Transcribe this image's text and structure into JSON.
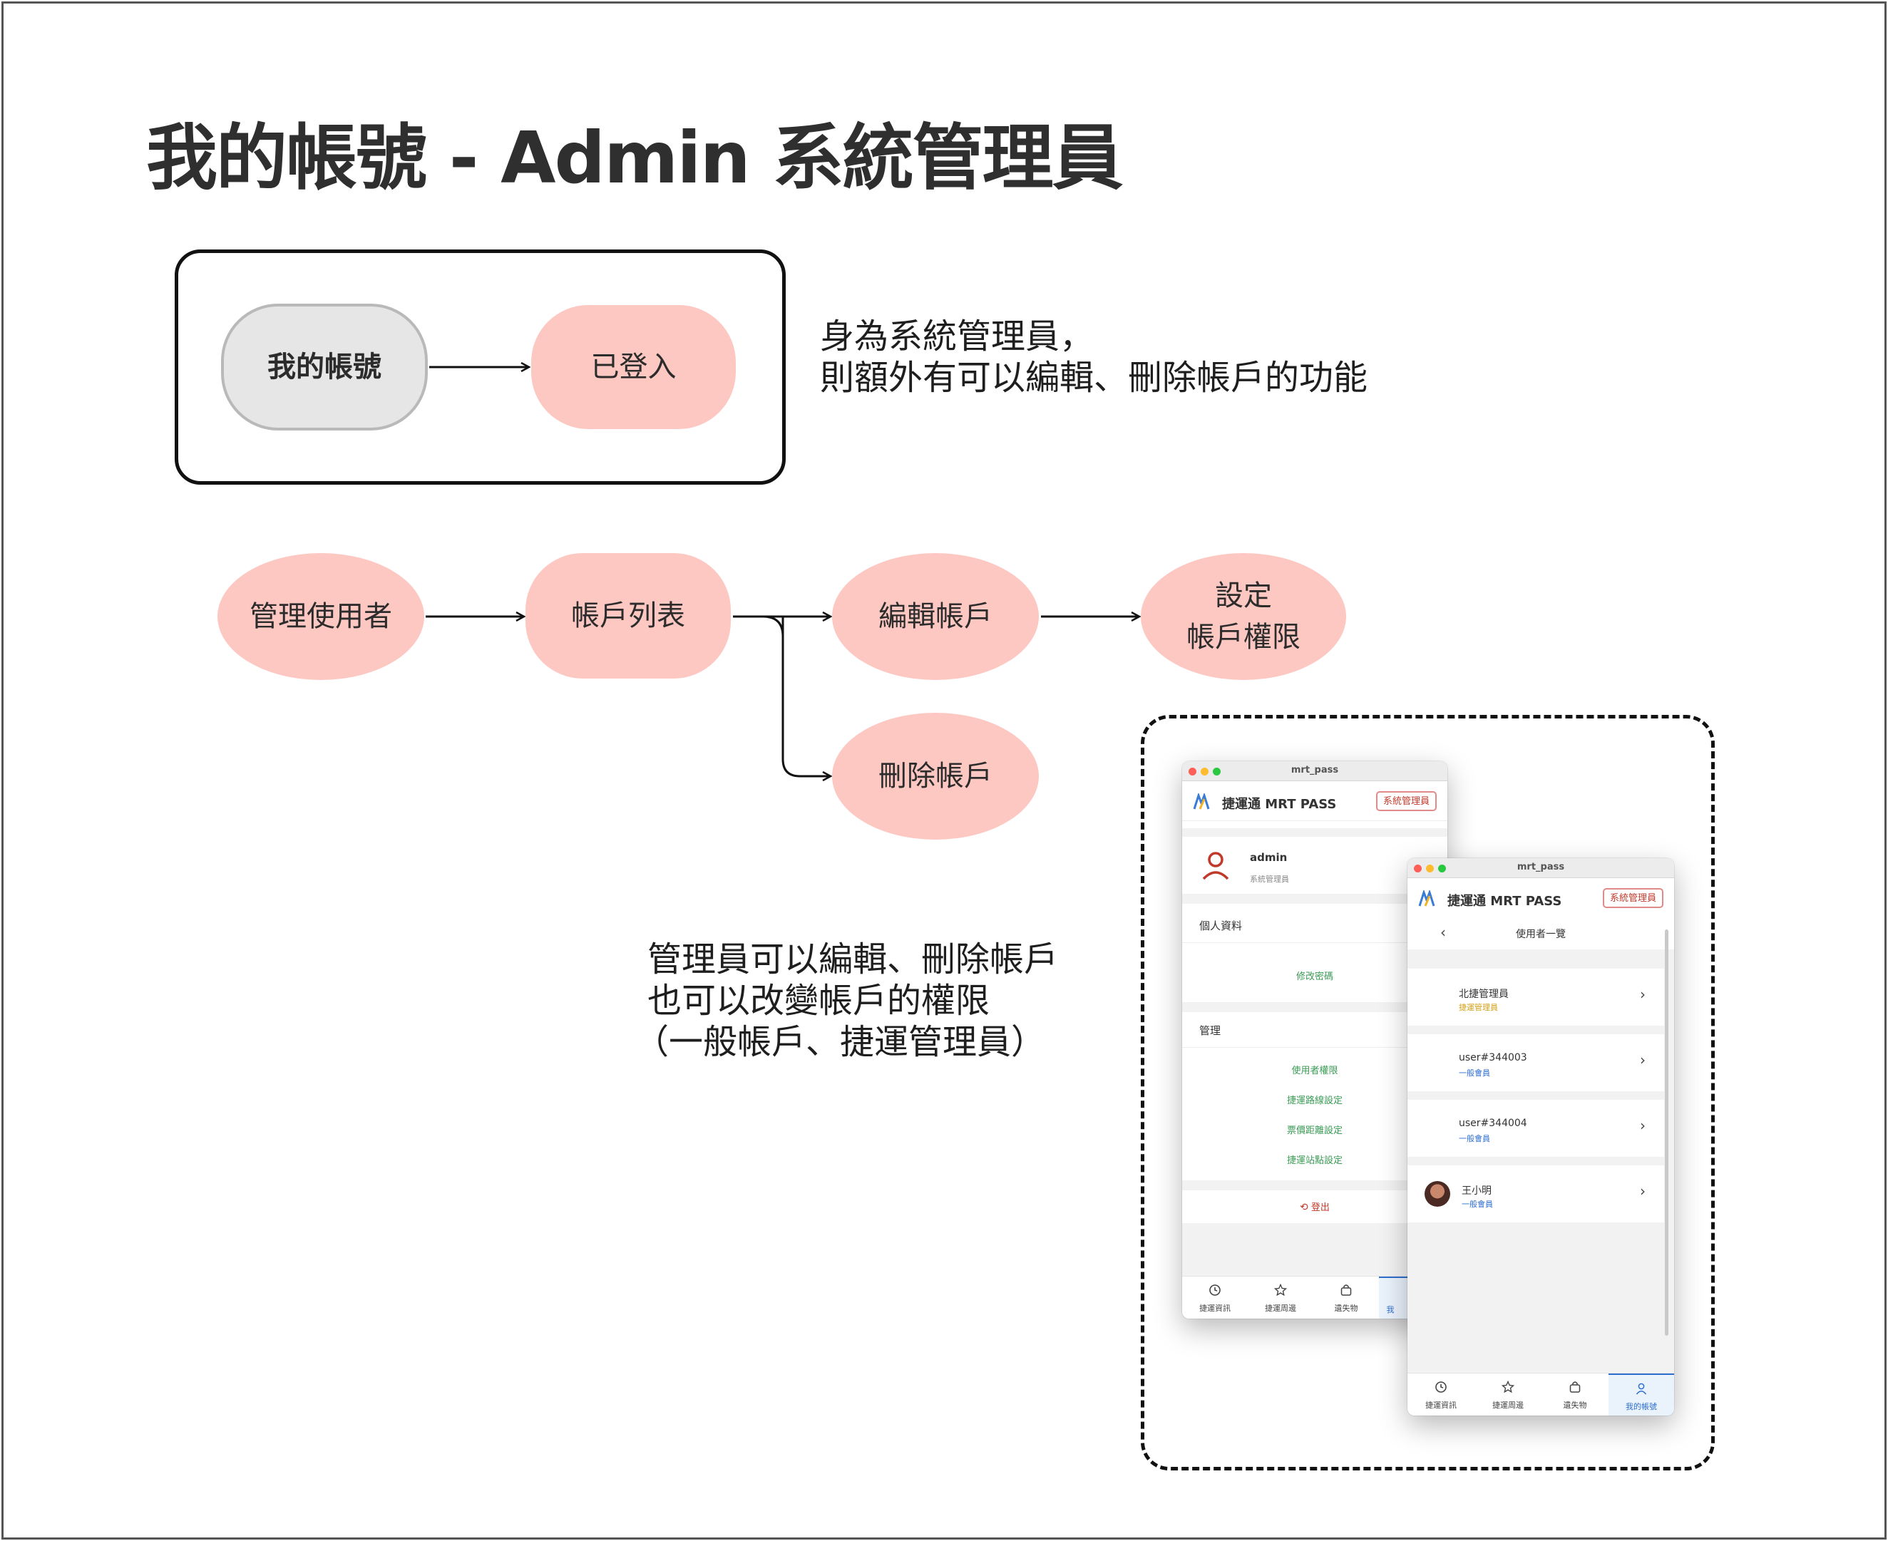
{
  "title": "我的帳號 - Admin 系統管理員",
  "top_flow": {
    "start": "我的帳號",
    "end": "已登入"
  },
  "top_note": [
    "身為系統管理員，",
    "則額外有可以編輯、刪除帳戶的功能"
  ],
  "flow": {
    "manage_users": "管理使用者",
    "account_list": "帳戶列表",
    "edit_account": "編輯帳戶",
    "set_perm_line1": "設定",
    "set_perm_line2": "帳戶權限",
    "delete_account": "刪除帳戶"
  },
  "mid_note": [
    "管理員可以編輯、刪除帳戶",
    "也可以改變帳戶的權限",
    "（一般帳戶、捷運管理員）"
  ],
  "window1": {
    "window_title": "mrt_pass",
    "app_name": "捷運通 MRT PASS",
    "role_badge": "系統管理員",
    "username": "admin",
    "user_role": "系統管理員",
    "section_profile": "個人資料",
    "change_password": "修改密碼",
    "section_manage": "管理",
    "manage_links": [
      "使用者權限",
      "捷運路線設定",
      "票價距離設定",
      "捷運站點設定"
    ],
    "logout": "登出",
    "tabs": [
      "捷運資訊",
      "捷運周邊",
      "遺失物",
      "我"
    ]
  },
  "window2": {
    "window_title": "mrt_pass",
    "app_name": "捷運通 MRT PASS",
    "role_badge": "系統管理員",
    "page_title": "使用者一覽",
    "users": [
      {
        "name": "北捷管理員",
        "role": "捷運管理員"
      },
      {
        "name": "user#344003",
        "role": "一般會員"
      },
      {
        "name": "user#344004",
        "role": "一般會員"
      },
      {
        "name": "王小明",
        "role": "一般會員"
      }
    ],
    "tabs": [
      "捷運資訊",
      "捷運周邊",
      "遺失物",
      "我的帳號"
    ]
  },
  "colors": {
    "node_pink": "#fdc7c2",
    "node_gray": "#e6e6e6",
    "admin_red": "#c0392b",
    "link_green": "#3a9b55",
    "mrt_role": "#d4a017",
    "member_role": "#2f6fd0",
    "tab_active": "#2f6fd0"
  },
  "icons": [
    "arrow-right-icon",
    "user-icon",
    "logout-icon",
    "chevron-right-icon",
    "chevron-left-icon",
    "clock-icon",
    "star-icon",
    "bag-icon",
    "person-icon",
    "mrt-logo-icon"
  ]
}
